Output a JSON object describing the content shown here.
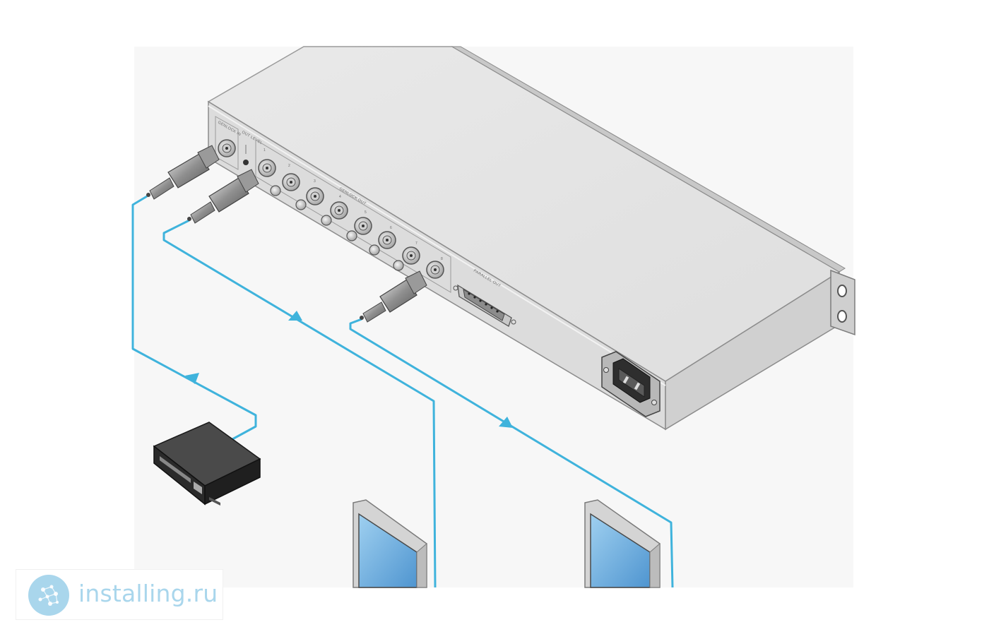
{
  "device": {
    "panel_labels": {
      "input": "GENLOCK IN",
      "out_level": "OUT LEVEL",
      "outputs": "GENLOCK OUT",
      "parallel": "PARALLEL OUT"
    },
    "output_numbers": [
      "1",
      "2",
      "3",
      "4",
      "5",
      "6",
      "7",
      "8"
    ]
  },
  "colors": {
    "cable": "#3fb3dc",
    "chassis_top": "#e4e4e4",
    "chassis_front": "#d9d9d9",
    "monitor_screen": "#6aaede",
    "watermark": "#a9d6ec"
  },
  "watermark": {
    "text": "installing.ru",
    "logo_icon": "logo-icon"
  }
}
